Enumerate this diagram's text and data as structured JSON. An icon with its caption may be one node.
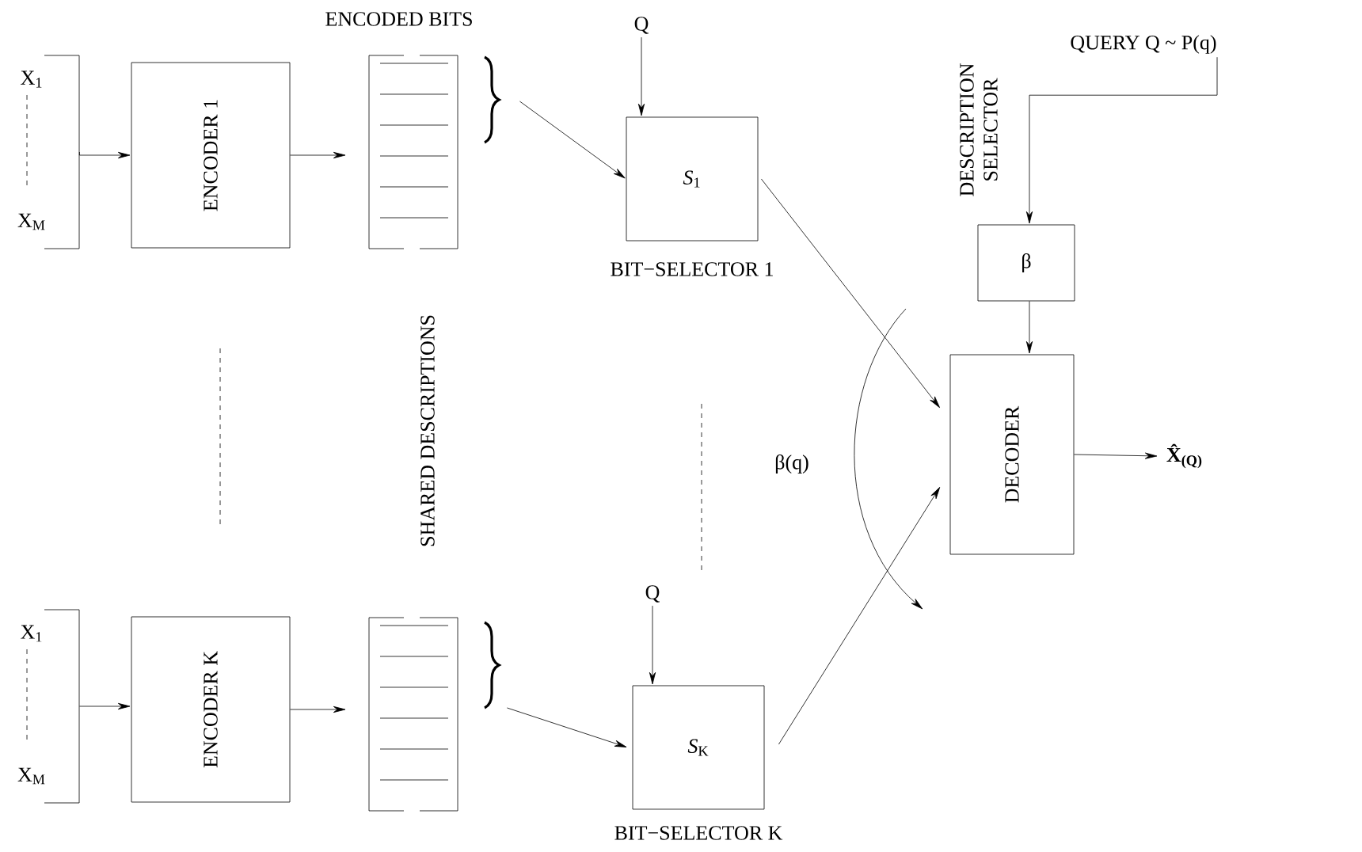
{
  "diagram": {
    "nodes": [
      {
        "text": [
          "X$_{1}$",
          "X$_{M}$"
        ]
      },
      {
        "text": [
          "ENCODER 1"
        ]
      },
      {
        "text": [
          "ENCODED BITS"
        ]
      },
      {
        "text": [
          "Q"
        ]
      },
      {
        "text": [
          "*S*$_{1}$"
        ],
        "beside": [
          "BIT−SELECTOR 1"
        ]
      },
      {
        "text": [
          "QUERY Q ~ P(q)"
        ]
      },
      {
        "text": [
          "β"
        ],
        "beside": [
          "DESCRIPTION SELECTOR"
        ]
      },
      {
        "text": [
          "DECODER"
        ]
      },
      {
        "text": [
          "X̂$_{(Q)}$"
        ]
      },
      {
        "text": [
          "X$_{1}$",
          "X$_{M}$"
        ]
      },
      {
        "text": [
          "ENCODER K"
        ]
      },
      {
        "text": [],
        "shape": "box"
      },
      {
        "text": [
          "Q"
        ]
      },
      {
        "text": [
          "*S*$_{K}$"
        ],
        "beside": [
          "BIT−SELECTOR K"
        ]
      }
    ],
    "edges": [
      {
        "from": 0,
        "to": 1,
        "arrow": "to"
      },
      {
        "from": 1,
        "to": 2,
        "arrow": "to"
      },
      {
        "from": 2,
        "to": 4,
        "arrow": "to"
      },
      {
        "from": 3,
        "to": 4,
        "arrow": "to"
      },
      {
        "from": 4,
        "to": 7,
        "arrow": "to"
      },
      {
        "from": 5,
        "to": 6,
        "arrow": "to"
      },
      {
        "from": 6,
        "to": 7,
        "arrow": "to"
      },
      {
        "from": 7,
        "to": 8,
        "arrow": "to"
      },
      {
        "from": 9,
        "to": 10,
        "arrow": "to"
      },
      {
        "from": 10,
        "to": 11,
        "arrow": "to"
      },
      {
        "from": 11,
        "to": 13,
        "arrow": "to"
      },
      {
        "from": 12,
        "to": 13,
        "arrow": "to"
      },
      {
        "from": 13,
        "to": 7,
        "arrow": "to"
      }
    ],
    "labels": [
      "SHARED DESCRIPTIONS",
      "β(q)"
    ]
  }
}
